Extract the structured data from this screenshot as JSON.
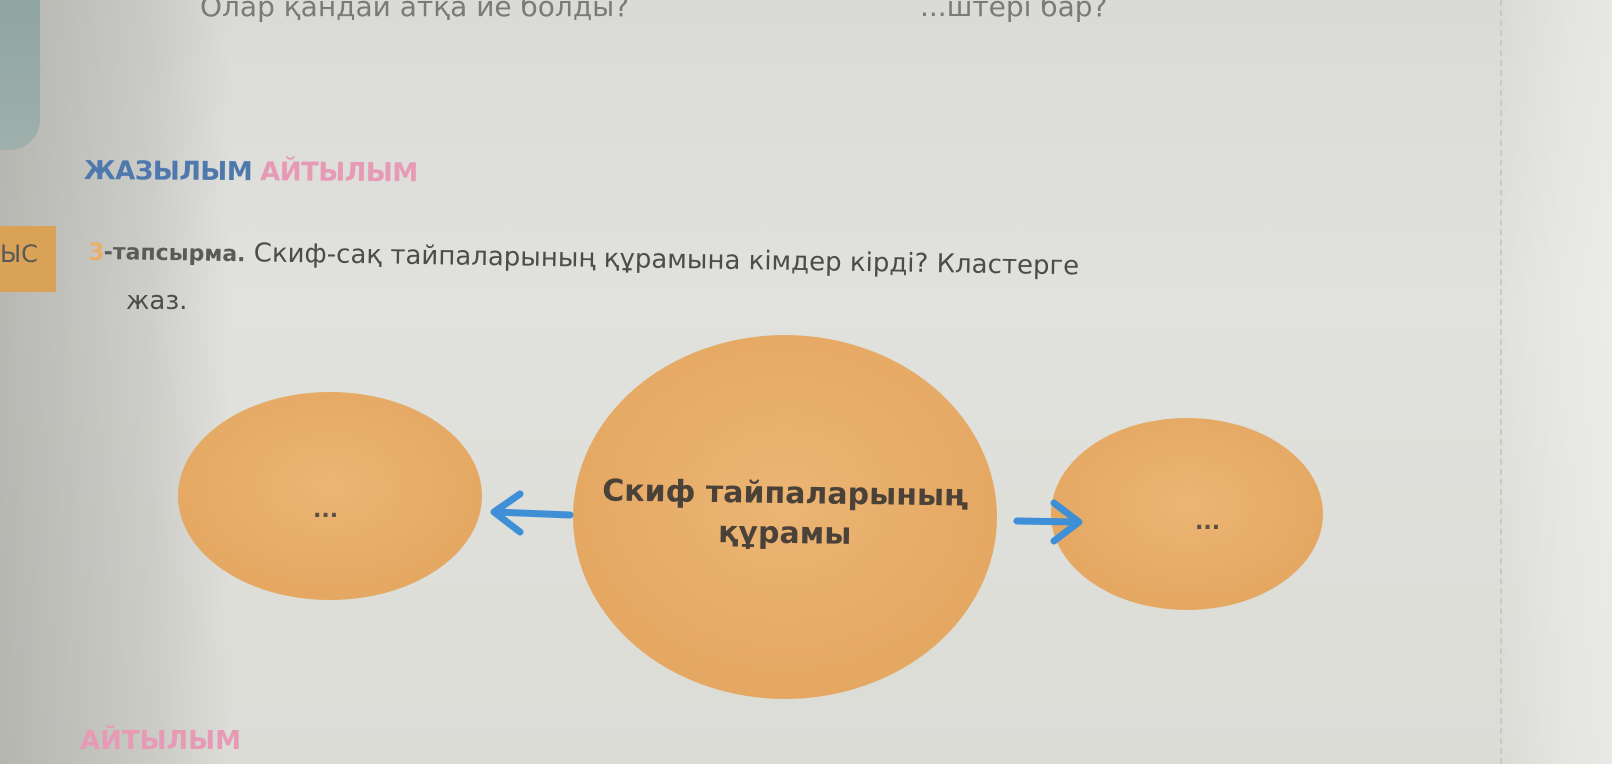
{
  "top_text": {
    "left": "Олар қандай атқа ие болды?",
    "right": "...штері бар?"
  },
  "section_heading": {
    "blue": "ЖАЗЫЛЫМ",
    "pink": "АЙТЫЛЫМ"
  },
  "side_tab": "ЫС",
  "task": {
    "number": "3",
    "label": "-тапсырма.",
    "line1": " Скиф-сақ тайпаларының құрамына кімдер кірді? Кластерге",
    "line2": "жаз."
  },
  "cluster": {
    "center_line1": "Скиф тайпаларының",
    "center_line2": "құрамы",
    "left_placeholder": "...",
    "right_placeholder": "..."
  },
  "bottom_heading": "АЙТЫЛЫМ",
  "colors": {
    "circle_fill": "#e7ad67",
    "arrow": "#3f8fd6",
    "heading_blue": "#4f79ad",
    "heading_pink": "#e69ab5",
    "page": "#dcdcd8"
  },
  "icons": {
    "left_arrow": "arrow-left-icon",
    "right_arrow": "arrow-right-icon"
  }
}
